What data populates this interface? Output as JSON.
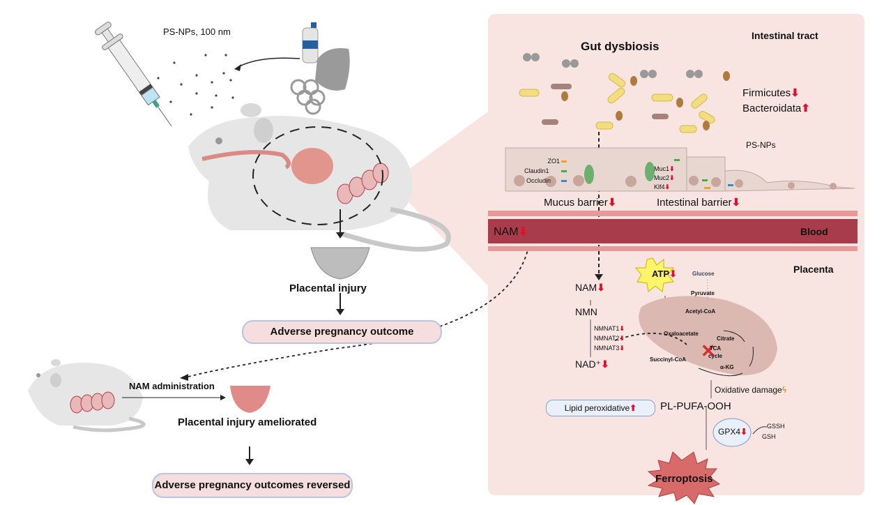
{
  "left": {
    "exposure_label": "PS-NPs, 100 nm",
    "placental_injury": "Placental injury",
    "adverse_outcome": "Adverse pregnancy outcome",
    "nam_administration": "NAM administration",
    "injury_ameliorated": "Placental injury ameliorated",
    "outcomes_reversed": "Adverse pregnancy outcomes reversed"
  },
  "panel": {
    "intestinal_tract": "Intestinal tract",
    "gut_dysbiosis": "Gut dysbiosis",
    "firmicutes": "Firmicutes",
    "firmicutes_trend": "down",
    "bacteroidata": "Bacteroidata",
    "bacteroidata_trend": "up",
    "ps_nps": "PS-NPs",
    "tight_junctions": [
      "ZO1",
      "Claudin1",
      "Occludin"
    ],
    "mucus_markers": [
      {
        "label": "Muc1",
        "trend": "down"
      },
      {
        "label": "Muc2",
        "trend": "down"
      },
      {
        "label": "Klf4",
        "trend": "down"
      }
    ],
    "mucus_barrier": "Mucus barrier",
    "intestinal_barrier": "Intestinal barrier",
    "blood": "Blood",
    "blood_nam": "NAM",
    "placenta": "Placenta",
    "nam": "NAM",
    "nmn": "NMN",
    "enzymes": [
      "NMNAT1",
      "NMNAT2",
      "NMNAT3"
    ],
    "nad": "NAD⁺",
    "atp": "ATP",
    "glucose": "Glucose",
    "pyruvate": "Pyruvate",
    "acetyl_coa": "Acetyl-CoA",
    "oxaloacetate": "Oxaloacetate",
    "citrate": "Citrate",
    "tca_cycle": "TCA cycle",
    "succinyl_coa": "Succinyl-CoA",
    "akg": "α-KG",
    "oxidative_damage": "Oxidative damage",
    "lipid_peroxidative": "Lipid peroxidative",
    "pl_pufa_ooh": "PL-PUFA-OOH",
    "gpx4": "GPX4",
    "gssh": "GSSH",
    "gsh": "GSH",
    "ferroptosis": "Ferroptosis"
  },
  "arrows": {
    "down": "⬇",
    "up": "⬆"
  },
  "colors": {
    "panel_bg": "#f8e4e1",
    "blood_dark": "#a83c4a",
    "blood_light": "#e89898",
    "pill_bg": "#f6dede",
    "pill_border": "#b8c4e0",
    "red_arrow": "#e0102a",
    "ferroptosis": "#d86a6a"
  }
}
